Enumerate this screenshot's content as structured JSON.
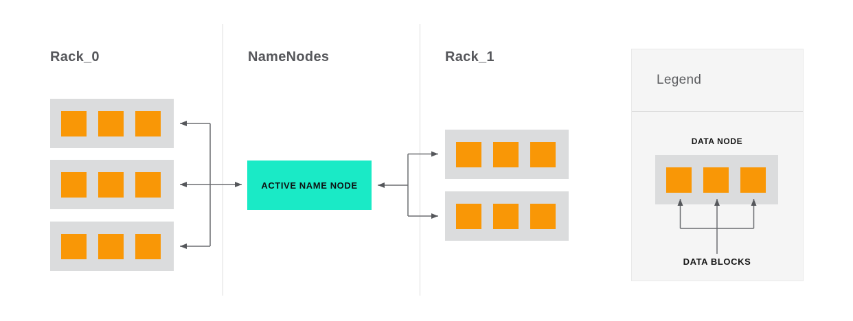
{
  "diagram": {
    "racks": [
      {
        "name": "Rack_0",
        "data_nodes": 3,
        "blocks_per_node": 3
      },
      {
        "name": "Rack_1",
        "data_nodes": 2,
        "blocks_per_node": 3
      }
    ],
    "namenodes": {
      "label": "NameNodes",
      "active_name_node": "ACTIVE NAME NODE"
    }
  },
  "legend": {
    "title": "Legend",
    "data_node_label": "DATA NODE",
    "data_blocks_label": "DATA BLOCKS",
    "blocks_shown": 3
  },
  "colors": {
    "block-orange": "#F99706",
    "node-gray": "#DBDCDD",
    "active-teal": "#1AEAC6",
    "line-gray": "#6B6D70",
    "divider-gray": "#DCDCDC",
    "panel-bg": "#F5F5F5",
    "heading-gray": "#56575B"
  }
}
